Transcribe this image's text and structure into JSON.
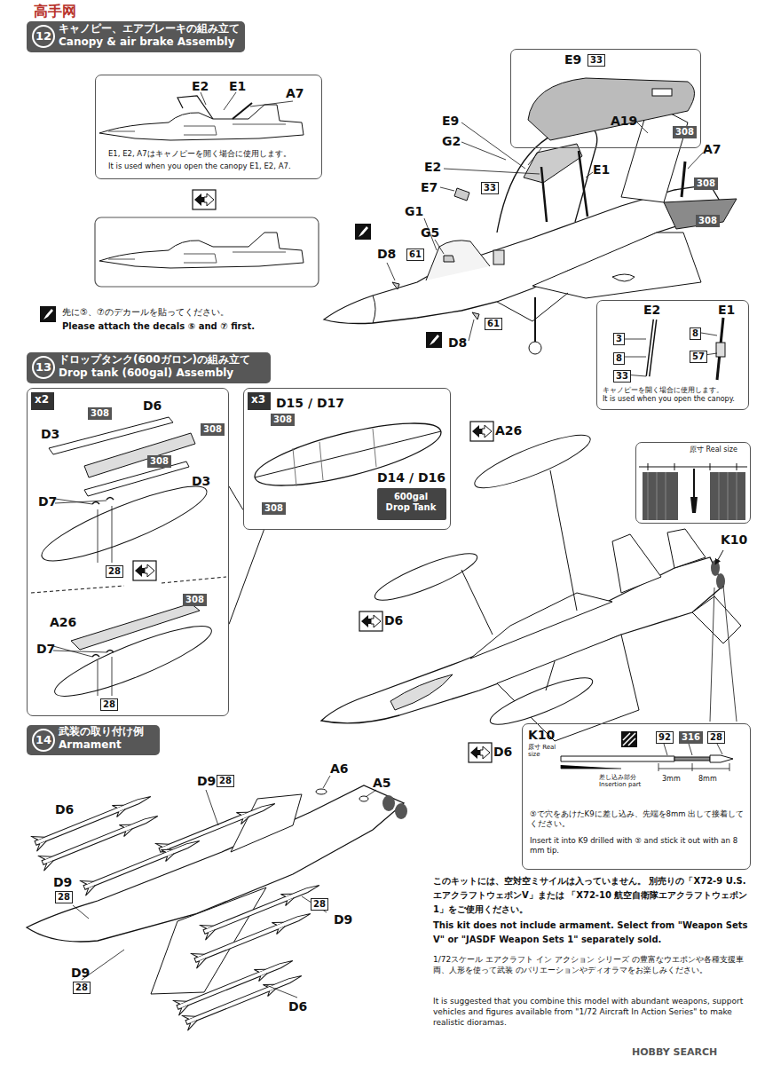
{
  "diagram": {
    "nodes": [
      {
        "text": [
          "12",
          "キャノピー、エアブレーキの組み立て",
          "Canopy & air brake Assembly"
        ]
      },
      {
        "text": [
          "E2",
          "E1",
          "A7",
          "E1, E2, A7はキャノピーを開く場合に使用します。",
          "It is used when you open the canopy E1, E2, A7."
        ]
      },
      {
        "text": [
          "E9",
          "33"
        ]
      },
      {
        "text": [
          "E2",
          "E1",
          "3",
          "8",
          "8",
          "57",
          "33",
          "キャノピーを開く場合に使用します。",
          "It is used when you open the canopy."
        ]
      },
      {
        "text": [
          "13",
          "ドロップタンク(600ガロン)の組み立て",
          "Drop tank (600gal) Assembly"
        ]
      },
      {
        "text": [
          "D6",
          "308",
          "308",
          "D3",
          "308",
          "D3",
          "D7",
          "28",
          "308",
          "A26",
          "D7",
          "28"
        ]
      },
      {
        "text": [
          "x2"
        ],
        "in": 5
      },
      {
        "text": [
          "D15 / D17",
          "308",
          "D14 / D16",
          "308"
        ]
      },
      {
        "text": [
          "x3"
        ],
        "in": 7
      },
      {
        "text": [
          "600gal Drop Tank"
        ],
        "in": 7
      },
      {
        "text": [
          "原寸 Real size"
        ]
      },
      {
        "text": [
          "K10",
          "原寸 Real size",
          "92",
          "316",
          "28",
          "差し込み部分 Insertion part",
          "3mm",
          "8mm",
          "⑤で穴をあけたK9に差し込み、先端を8mm 出して接着してください。",
          "Insert it into K9 drilled with ⑤ and stick it out with an 8 mm tip."
        ]
      },
      {
        "text": [
          "14",
          "武装の取り付け例",
          "Armament"
        ]
      }
    ],
    "edges": [
      {
        "from": 7,
        "to": 5,
        "arrow": "none"
      },
      {
        "from": 7,
        "to": 5,
        "arrow": "none"
      }
    ],
    "labels": [
      "高手网",
      "E9",
      "A19",
      "308",
      "G2",
      "A7",
      "E2",
      "E1",
      "308",
      "E7",
      "33",
      "G1",
      "308",
      "G5",
      "D8",
      "61",
      "61",
      "先に⑤、⑦のデカールを貼ってください。",
      "Please attach the decals ⑤ and ⑦ first.",
      "D8",
      "A26",
      "K10",
      "D6",
      "D6",
      "D6",
      "D9",
      "28",
      "A6",
      "A5",
      "D9",
      "28",
      "28",
      "D9",
      "D9",
      "28",
      "D6",
      "このキットには、空対空ミサイルは入っていません。 別売りの「X72-9 U.S.エアクラフトウェポンV」または 「X72-10 航空自衛隊エアクラフトウェポン1」をご使用ください。",
      "This kit does not include armament. Select from \"Weapon Sets V\" or \"JASDF Weapon Sets 1\" separately sold.",
      "1/72スケール エアクラフト イン アクション シリーズ の豊富なウエポンや各種支援車両、人形を使って武装 のバリエーションやディオラマをお楽しみください。",
      "It is suggested that you combine this model with abundant weapons, support vehicles and figures available from \"1/72 Aircraft In Action Series\" to make realistic dioramas.",
      "HOBBY SEARCH"
    ]
  }
}
